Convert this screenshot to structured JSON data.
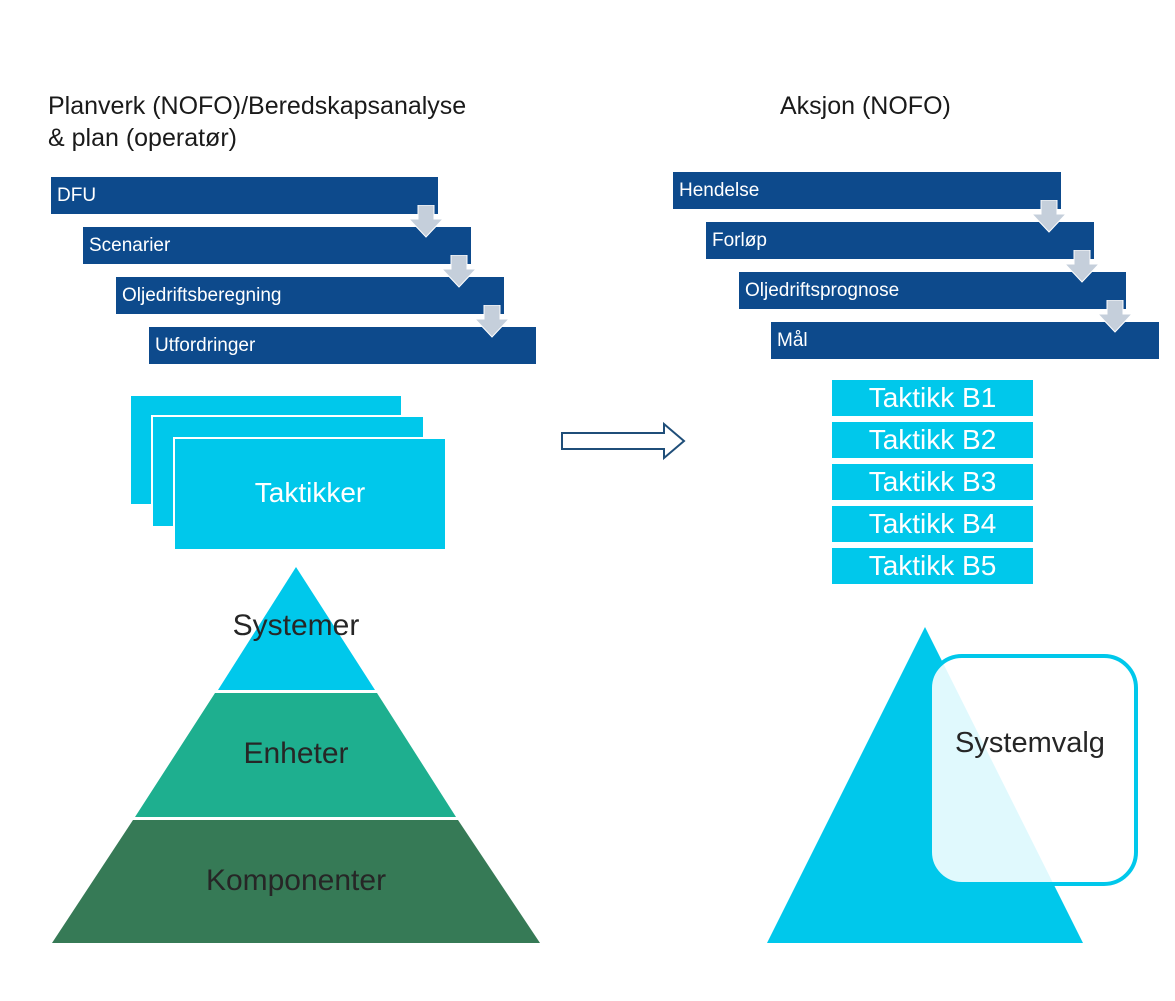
{
  "left": {
    "title_line1": "Planverk (NOFO)/Beredskapsanalyse",
    "title_line2": "& plan (operatør)",
    "steps": [
      "DFU",
      "Scenarier",
      "Oljedriftsberegning",
      "Utfordringer"
    ],
    "cards_label": "Taktikker",
    "pyramid": {
      "top": "Systemer",
      "middle": "Enheter",
      "bottom": "Komponenter"
    }
  },
  "right": {
    "title": "Aksjon (NOFO)",
    "steps": [
      "Hendelse",
      "Forløp",
      "Oljedriftsprognose",
      "Mål"
    ],
    "tactics": [
      "Taktikk B1",
      "Taktikk B2",
      "Taktikk B3",
      "Taktikk B4",
      "Taktikk B5"
    ],
    "selection_label": "Systemvalg"
  },
  "colors": {
    "step_blue": "#0d4a8c",
    "cyan": "#00c8eb",
    "pyramid_mid": "#1eaf8f",
    "pyramid_bottom": "#367a56",
    "arrow_outline": "#1f4e79"
  }
}
